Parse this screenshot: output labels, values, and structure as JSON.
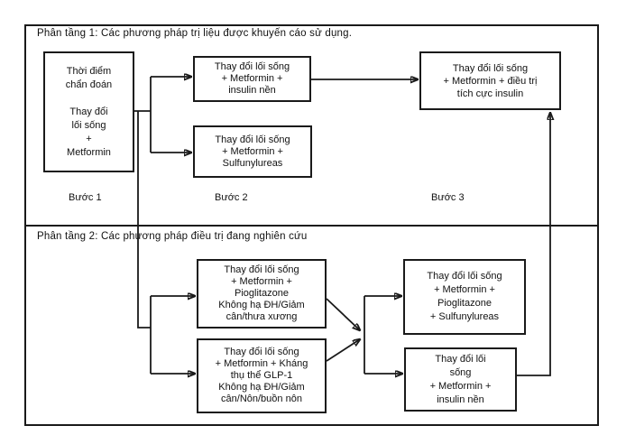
{
  "figure": {
    "type": "flowchart",
    "language": "vi",
    "colors": {
      "line": "#1a1a1a",
      "background": "#ffffff"
    }
  },
  "tier1": {
    "title": "Phân tầng 1: Các phương pháp trị liệu được khuyến cáo sử dụng.",
    "boxes": {
      "diagnosis": "Thời điểm\nchẩn đoán\n\nThay đổi\nlối sống\n+\nMetformin",
      "step2_insulin": "Thay đổi lối sống\n+ Metformin +\ninsulin nền",
      "step2_sulfonylureas": "Thay đổi lối sống\n+ Metformin +\nSulfunylureas",
      "step3_intensive_insulin": "Thay đổi lối sống\n+ Metformin + điều trị\ntích cực insulin"
    },
    "step_labels": [
      "Bước 1",
      "Bước 2",
      "Bước 3"
    ]
  },
  "tier2": {
    "title": "Phân tầng 2: Các phương pháp điều trị đang nghiên cứu",
    "boxes": {
      "pioglitazone": "Thay đổi lối sống\n+ Metformin +\nPioglitazone\nKhông hạ ĐH/Giảm\ncân/thưa xương",
      "glp1": "Thay đổi lối sống\n+ Metformin + Kháng\nthụ thể GLP-1\nKhông hạ ĐH/Giảm\ncân/Nôn/buồn nôn",
      "pioglitazone_sulfonylureas": "Thay đổi lối sống\n+ Metformin +\nPioglitazone\n+ Sulfunylureas",
      "insulin_basal": "Thay đổi lối\nsống\n+ Metformin +\ninsulin nền"
    }
  }
}
